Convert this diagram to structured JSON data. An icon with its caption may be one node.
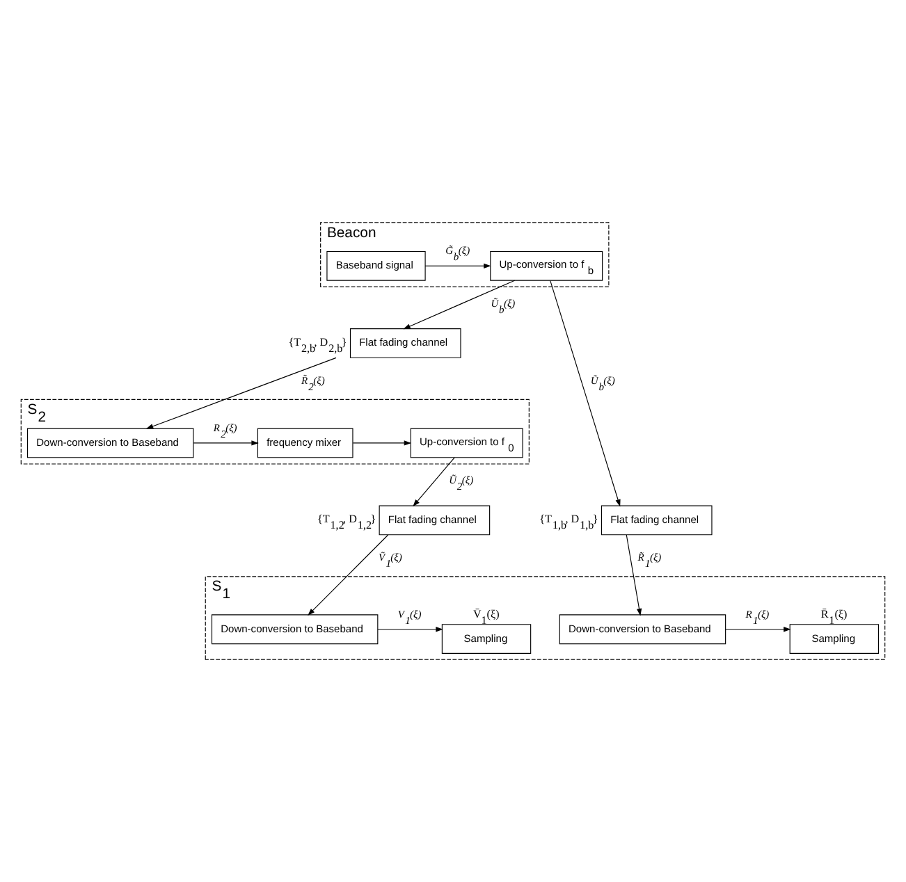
{
  "diagram": {
    "nodes": [
      {
        "text": [
          "Beacon"
        ]
      },
      {
        "text": [
          "Baseband signal"
        ],
        "in": 0
      },
      {
        "text": [
          "Up-conversion to f$_{b}$"
        ],
        "in": 0
      },
      {
        "text": [
          "Flat fading channel"
        ],
        "beside": [
          "{T$_{2,b}$, D$_{2,b}$}"
        ]
      },
      {
        "text": [
          "S$_{2}$"
        ]
      },
      {
        "text": [
          "Down-conversion to Baseband"
        ],
        "in": 4
      },
      {
        "text": [
          "frequency mixer"
        ],
        "in": 4
      },
      {
        "text": [
          "Up-conversion to f$_{0}$"
        ],
        "in": 4
      },
      {
        "text": [
          "Flat fading channel"
        ],
        "beside": [
          "{T$_{1,2}$, D$_{1,2}$}"
        ]
      },
      {
        "text": [
          "Flat fading channel"
        ],
        "beside": [
          "{T$_{1,b}$, D$_{1,b}$}"
        ]
      },
      {
        "text": [
          "S$_{1}$"
        ]
      },
      {
        "text": [
          "Down-conversion to Baseband"
        ],
        "in": 10
      },
      {
        "text": [
          "Sampling"
        ],
        "in": 10,
        "beside": [
          "V̄$_{1}$(ξ)"
        ]
      },
      {
        "text": [
          "Sampling"
        ],
        "in": 10,
        "beside": [
          "R̄$_{1}$(ξ)"
        ]
      },
      {
        "text": [
          "Down-conversion to Baseband"
        ],
        "in": 10
      }
    ],
    "edges": [
      {
        "from": 1,
        "to": 2,
        "arrow": "to",
        "label": "G̃$_{b}$(ξ)"
      },
      {
        "from": 2,
        "to": 3,
        "arrow": "to",
        "label": "Ũ$_{b}$(ξ)"
      },
      {
        "from": 2,
        "to": 9,
        "arrow": "to",
        "label": "Ũ$_{b}$(ξ)"
      },
      {
        "from": 3,
        "to": 5,
        "arrow": "to",
        "label": "R̃$_{2}$(ξ)"
      },
      {
        "from": 5,
        "to": 6,
        "arrow": "to",
        "label": "R$_{2}$(ξ)"
      },
      {
        "from": 6,
        "to": 7,
        "arrow": "to"
      },
      {
        "from": 7,
        "to": 8,
        "arrow": "to",
        "label": "Ũ$_{2}$(ξ)"
      },
      {
        "from": 8,
        "to": 11,
        "arrow": "to",
        "label": "Ṽ$_{1}$(ξ)"
      },
      {
        "from": 11,
        "to": 12,
        "arrow": "to",
        "label": "V$_{1}$(ξ)"
      },
      {
        "from": 9,
        "to": 14,
        "arrow": "to",
        "label": "R̃$_{1}$(ξ)"
      },
      {
        "from": 14,
        "to": 13,
        "arrow": "to",
        "label": "R$_{1}$(ξ)"
      }
    ]
  }
}
